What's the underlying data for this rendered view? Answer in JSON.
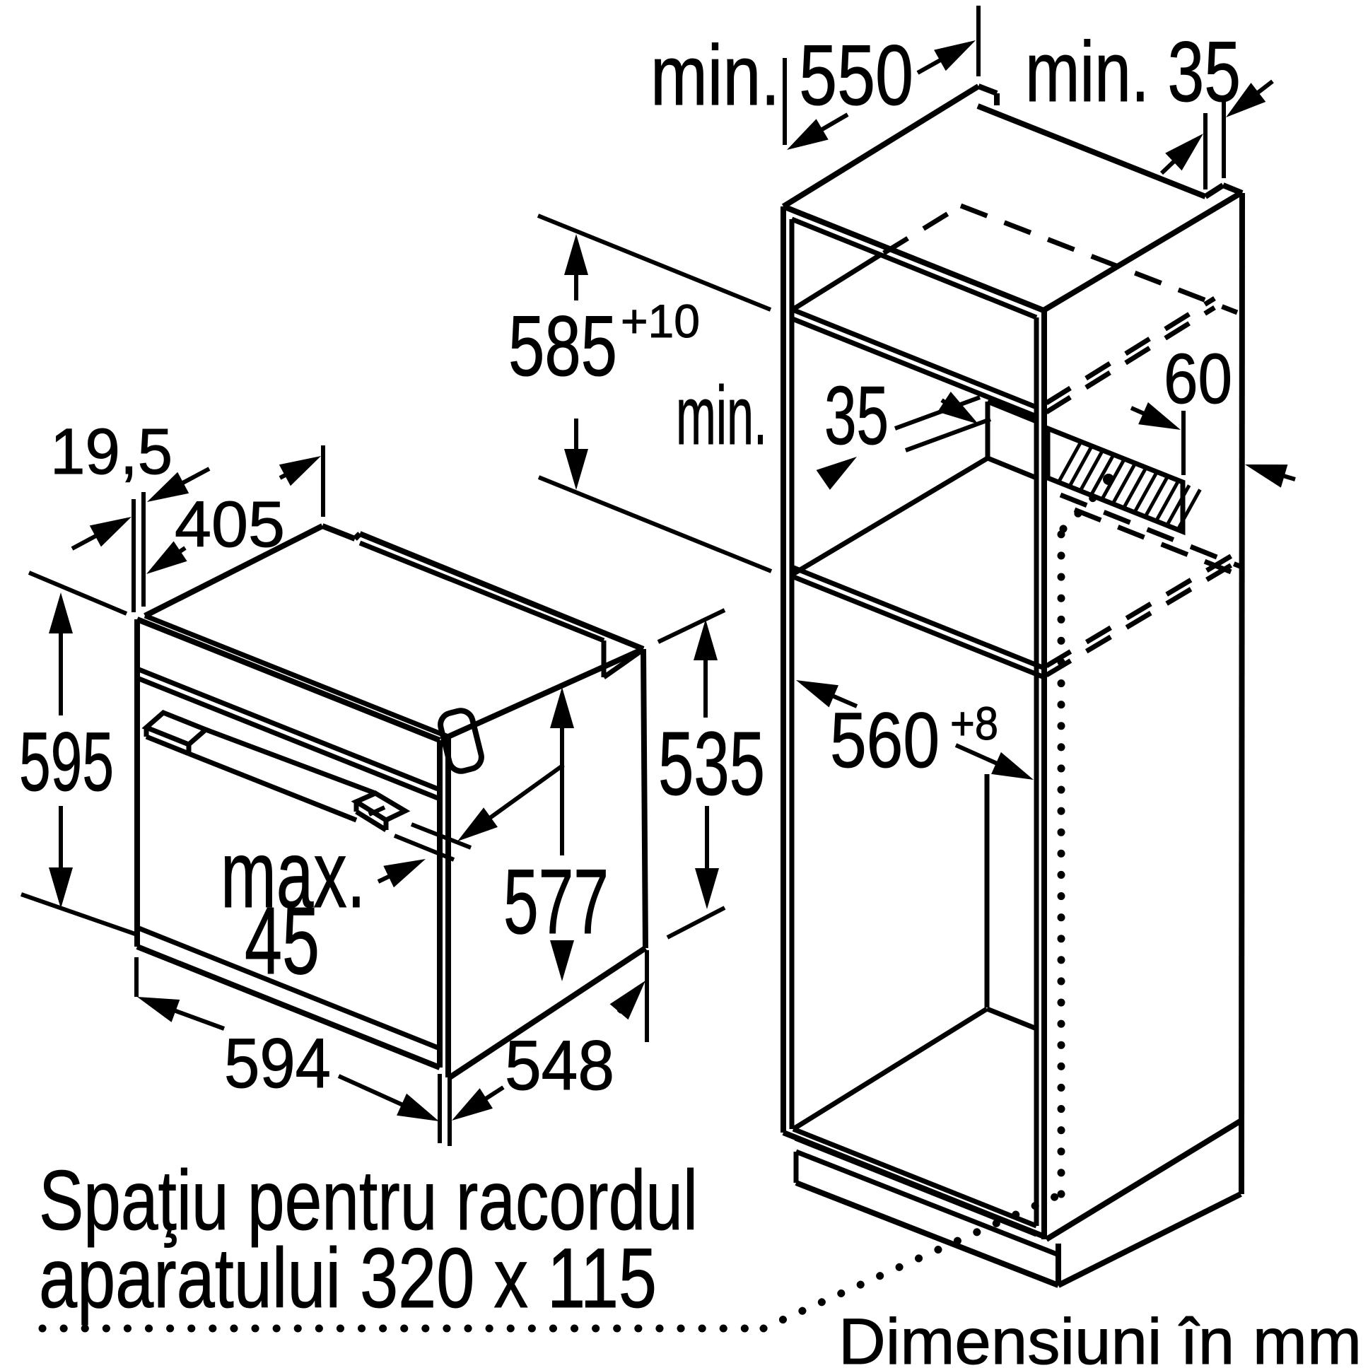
{
  "figure": {
    "type": "technical-installation-diagram",
    "subject": "built-in oven niche and cabinet installation dimensions",
    "language": "Romanian"
  },
  "labels": {
    "min550": "min. 550",
    "min35_top": "min. 35",
    "dim585": "585",
    "dim585_tol": "+10",
    "min35_mid_prefix": "min.",
    "min35_mid_value": "35",
    "dim60": "60",
    "dim560": "560",
    "dim560_tol": "+8",
    "dim195": "19,5",
    "dim405": "405",
    "dim595": "595",
    "dim535": "535",
    "dim577": "577",
    "max_label": "max.",
    "dim45": "45",
    "dim594": "594",
    "dim548": "548",
    "note_line1": "Spaţiu pentru racordul",
    "note_line2": "aparatului 320 x 115",
    "units_note": "Dimensiuni în mm"
  },
  "colors": {
    "ink": "#000000",
    "background": "#ffffff"
  }
}
